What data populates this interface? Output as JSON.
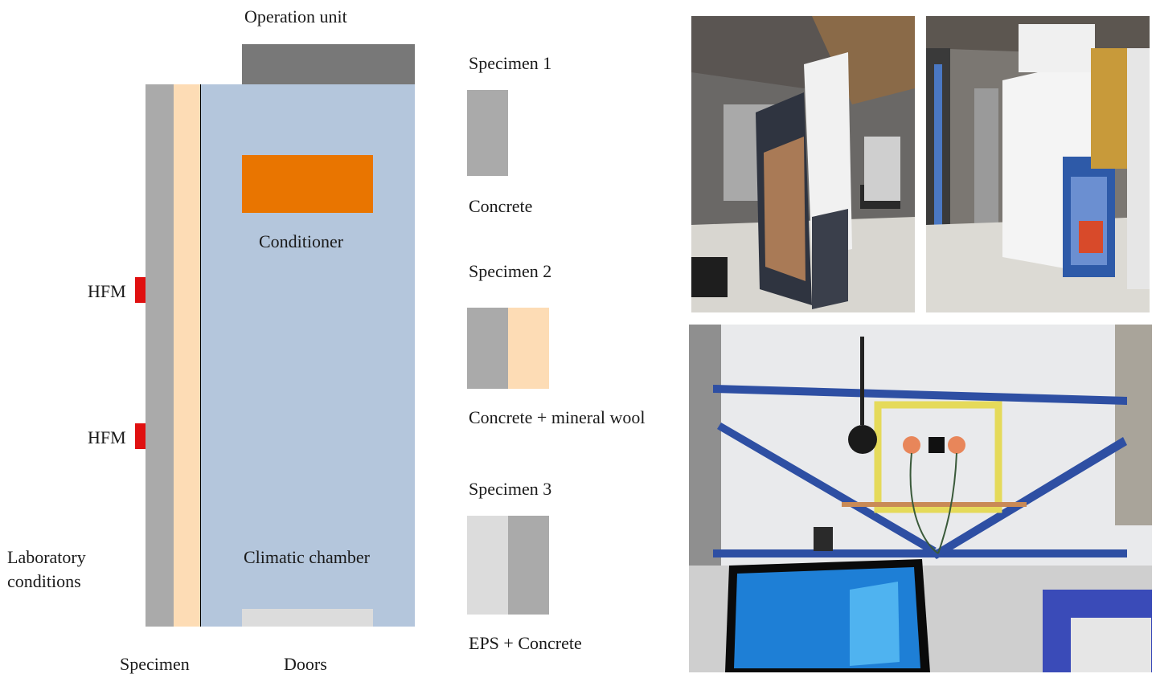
{
  "diagram": {
    "labels": {
      "operation_unit": "Operation unit",
      "conditioner": "Conditioner",
      "hfm_upper": "HFM",
      "hfm_lower": "HFM",
      "lab_line1": "Laboratory",
      "lab_line2": "conditions",
      "climatic_chamber": "Climatic chamber",
      "specimen": "Specimen",
      "doors": "Doors"
    },
    "colors": {
      "chamber": "#b4c6dc",
      "operation_unit": "#787878",
      "conditioner": "#e97500",
      "concrete": "#aaaaaa",
      "mineral_wool": "#fddcb5",
      "eps": "#dcdcdc",
      "hfm": "#e01010",
      "doors": "#dcdcdc"
    }
  },
  "specimens": [
    {
      "title": "Specimen 1",
      "caption": "Concrete",
      "layers": [
        "concrete"
      ]
    },
    {
      "title": "Specimen 2",
      "caption": "Concrete + mineral wool",
      "layers": [
        "concrete",
        "mineral_wool"
      ]
    },
    {
      "title": "Specimen 3",
      "caption": "EPS + Concrete",
      "layers": [
        "eps",
        "concrete"
      ]
    }
  ]
}
